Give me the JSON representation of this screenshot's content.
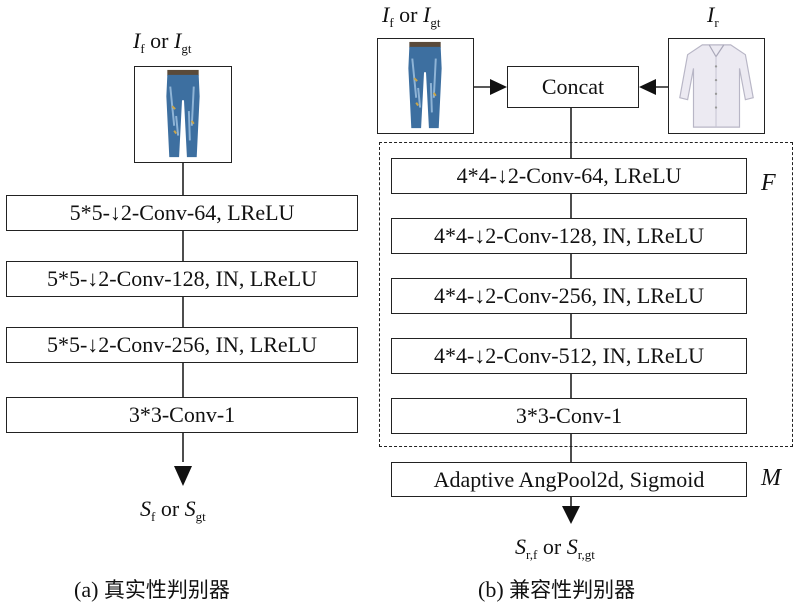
{
  "panel_a": {
    "input_label": {
      "var": "I",
      "sub1": "f",
      "mid": " or ",
      "var2": "I",
      "sub2": "gt"
    },
    "layers": [
      "5*5-↓2-Conv-64, LReLU",
      "5*5-↓2-Conv-128, IN, LReLU",
      "5*5-↓2-Conv-256, IN, LReLU",
      "3*3-Conv-1"
    ],
    "output_label": {
      "var": "S",
      "sub1": "f",
      "mid": " or ",
      "var2": "S",
      "sub2": "gt"
    },
    "caption_prefix": "(a) ",
    "caption_text": "真实性判别器"
  },
  "panel_b": {
    "input_label_left": {
      "var": "I",
      "sub1": "f",
      "mid": " or ",
      "var2": "I",
      "sub2": "gt"
    },
    "input_label_right": {
      "var": "I",
      "sub1": "r"
    },
    "concat_label": "Concat",
    "layers": [
      "4*4-↓2-Conv-64, LReLU",
      "4*4-↓2-Conv-128, IN, LReLU",
      "4*4-↓2-Conv-256, IN, LReLU",
      "4*4-↓2-Conv-512, IN, LReLU",
      "3*3-Conv-1"
    ],
    "module_f_label": "F",
    "pool_layer": "Adaptive AngPool2d, Sigmoid",
    "module_m_label": "M",
    "output_label": {
      "var": "S",
      "sub1": "r,f",
      "mid": " or ",
      "var2": "S",
      "sub2": "r,gt"
    },
    "caption_prefix": "(b) ",
    "caption_text": "兼容性判别器"
  },
  "icons": {
    "jeans_a": "jeans-photo",
    "jeans_b": "jeans-photo",
    "shirt": "white-shirt-photo"
  }
}
